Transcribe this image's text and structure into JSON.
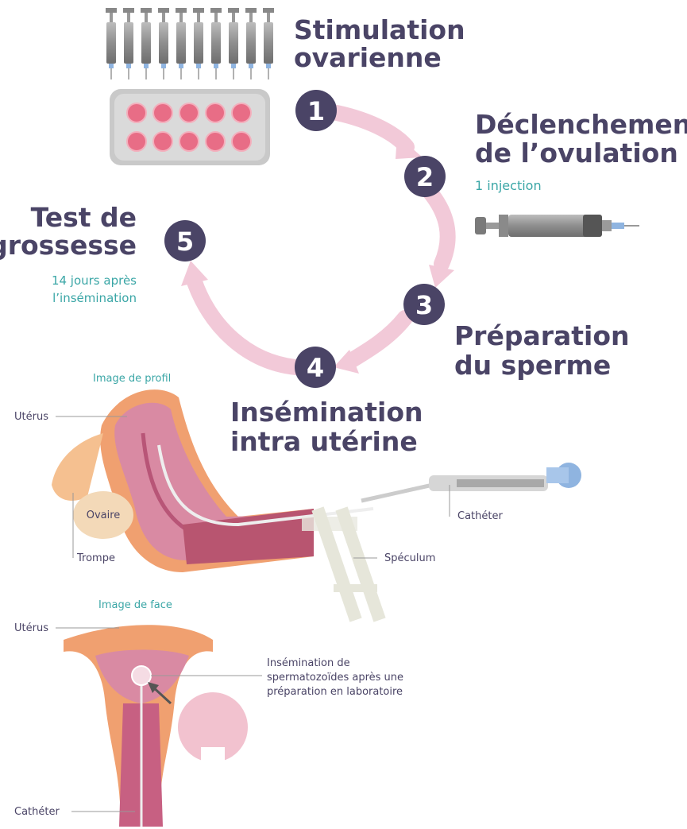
{
  "steps": [
    {
      "number": "1",
      "title_line1": "Stimulation",
      "title_line2": "ovarienne"
    },
    {
      "number": "2",
      "title_line1": "Déclenchement",
      "title_line2": "de l’ovulation",
      "detail": "1 injection"
    },
    {
      "number": "3",
      "title_line1": "Préparation",
      "title_line2": "du sperme"
    },
    {
      "number": "4",
      "title_line1": "Insémination",
      "title_line2": "intra utérine"
    },
    {
      "number": "5",
      "title_line1": "Test de",
      "title_line2": "grossesse",
      "detail_line1": "14 jours après",
      "detail_line2": "l’insémination"
    }
  ],
  "profile": {
    "heading": "Image de profil",
    "uterus": "Utérus",
    "ovary": "Ovaire",
    "tube": "Trompe",
    "speculum": "Spéculum",
    "catheter": "Cathéter"
  },
  "front": {
    "heading": "Image de face",
    "uterus": "Utérus",
    "insemination_line1": "Insémination de",
    "insemination_line2": "spermatozoïdes après une",
    "insemination_line3": "préparation en laboratoire",
    "catheter": "Cathéter"
  },
  "colors": {
    "title": "#4a4466",
    "subtitle": "#3aa6a6",
    "circle": "#4a4466",
    "arrow": "#f2c9d8",
    "uterus": "#d98aa3",
    "pill": "#e86d86"
  }
}
